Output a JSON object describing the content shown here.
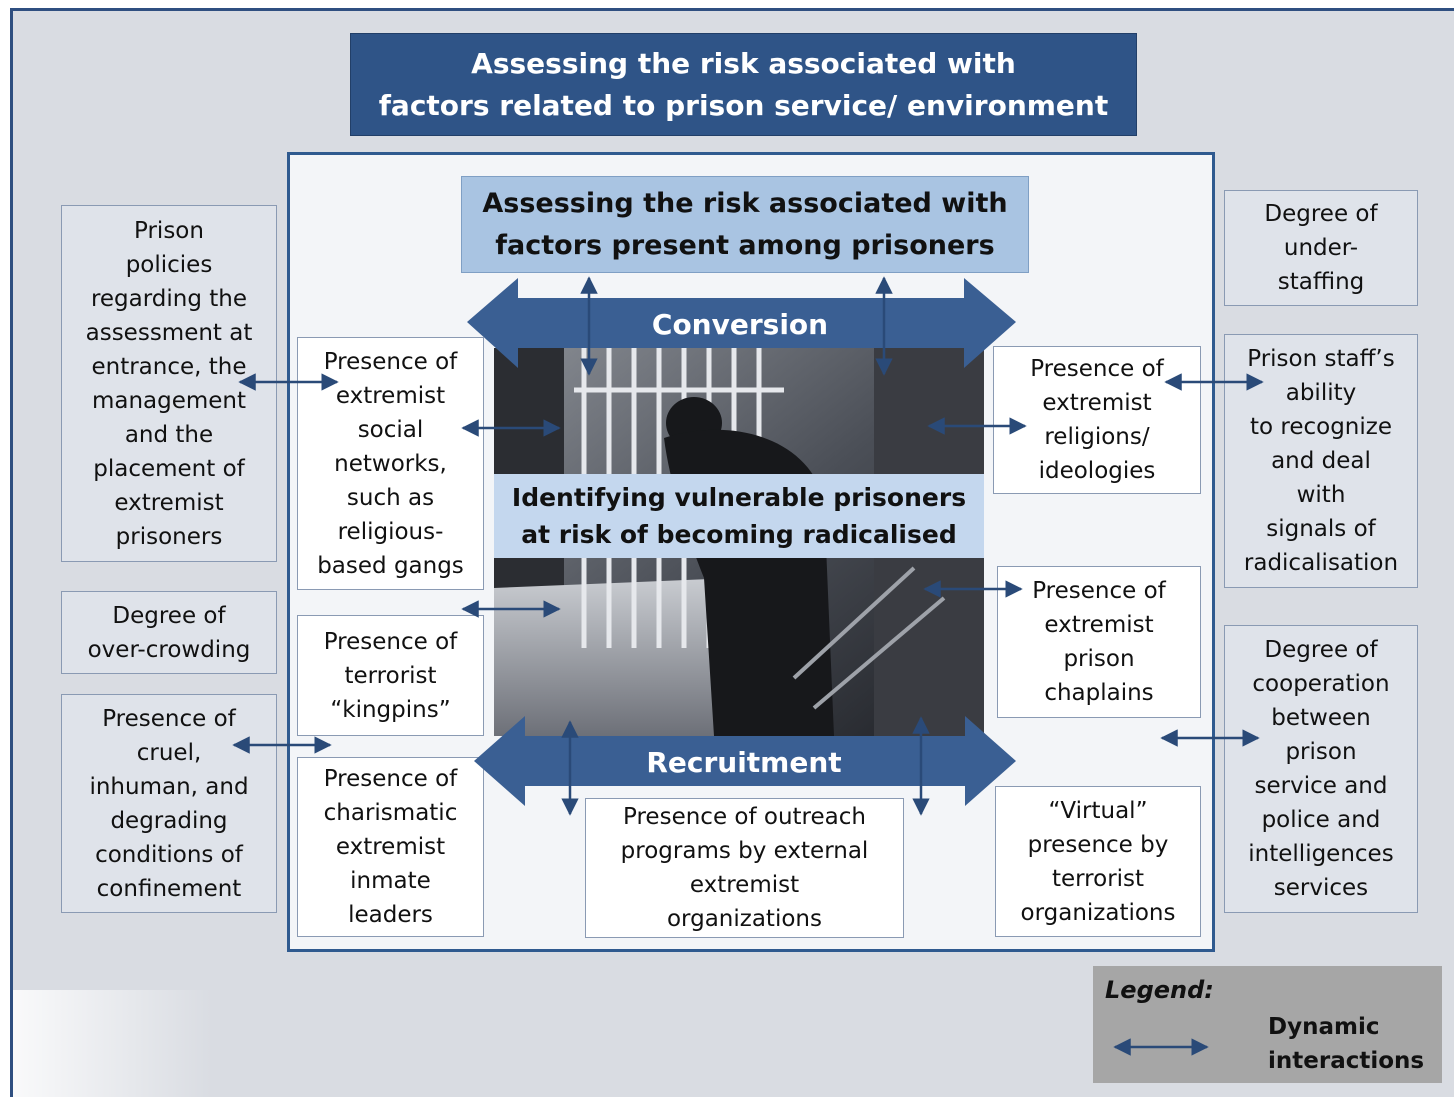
{
  "title_outer": "Assessing the risk associated with\nfactors related to prison service/ environment",
  "title_inner": "Assessing the risk associated with\nfactors present among prisoners",
  "center_label": "Identifying vulnerable prisoners\nat risk of becoming radicalised",
  "band_top": "Conversion",
  "band_bottom": "Recruitment",
  "outer_left": {
    "policies": "Prison\npolicies\nregarding the\nassessment at\nentrance, the\nmanagement\nand the\nplacement of\nextremist\nprisoners",
    "overcrowding": "Degree of\nover-crowding",
    "cruel": "Presence of\ncruel,\ninhuman, and\ndegrading\nconditions of\nconfinement"
  },
  "outer_right": {
    "understaffing": "Degree of\nunder-\nstaffing",
    "staff_ability": "Prison staff’s\nability\nto recognize\nand deal\nwith\nsignals of\nradicalisation",
    "cooperation": "Degree of\ncooperation\nbetween\nprison\nservice and\npolice and\nintelligences\nservices"
  },
  "inner_left": {
    "social_networks": "Presence of\nextremist\nsocial\nnetworks,\nsuch as\nreligious-\nbased gangs",
    "kingpins": "Presence of\nterrorist\n“kingpins”",
    "charismatic": "Presence of\ncharismatic\nextremist\ninmate\nleaders"
  },
  "inner_right": {
    "religions": "Presence of\nextremist\nreligions/\nideologies",
    "chaplains": "Presence of\nextremist\nprison\nchaplains",
    "virtual": "“Virtual”\npresence by\nterrorist\norganizations"
  },
  "inner_bottom": {
    "outreach": "Presence of outreach\nprograms by external\nextremist\norganizations"
  },
  "legend": {
    "title": "Legend:",
    "label": "Dynamic\ninteractions"
  },
  "colors": {
    "dark_blue": "#2f5487",
    "light_blue": "#a9c4e2",
    "arrow": "#2a4a78"
  }
}
